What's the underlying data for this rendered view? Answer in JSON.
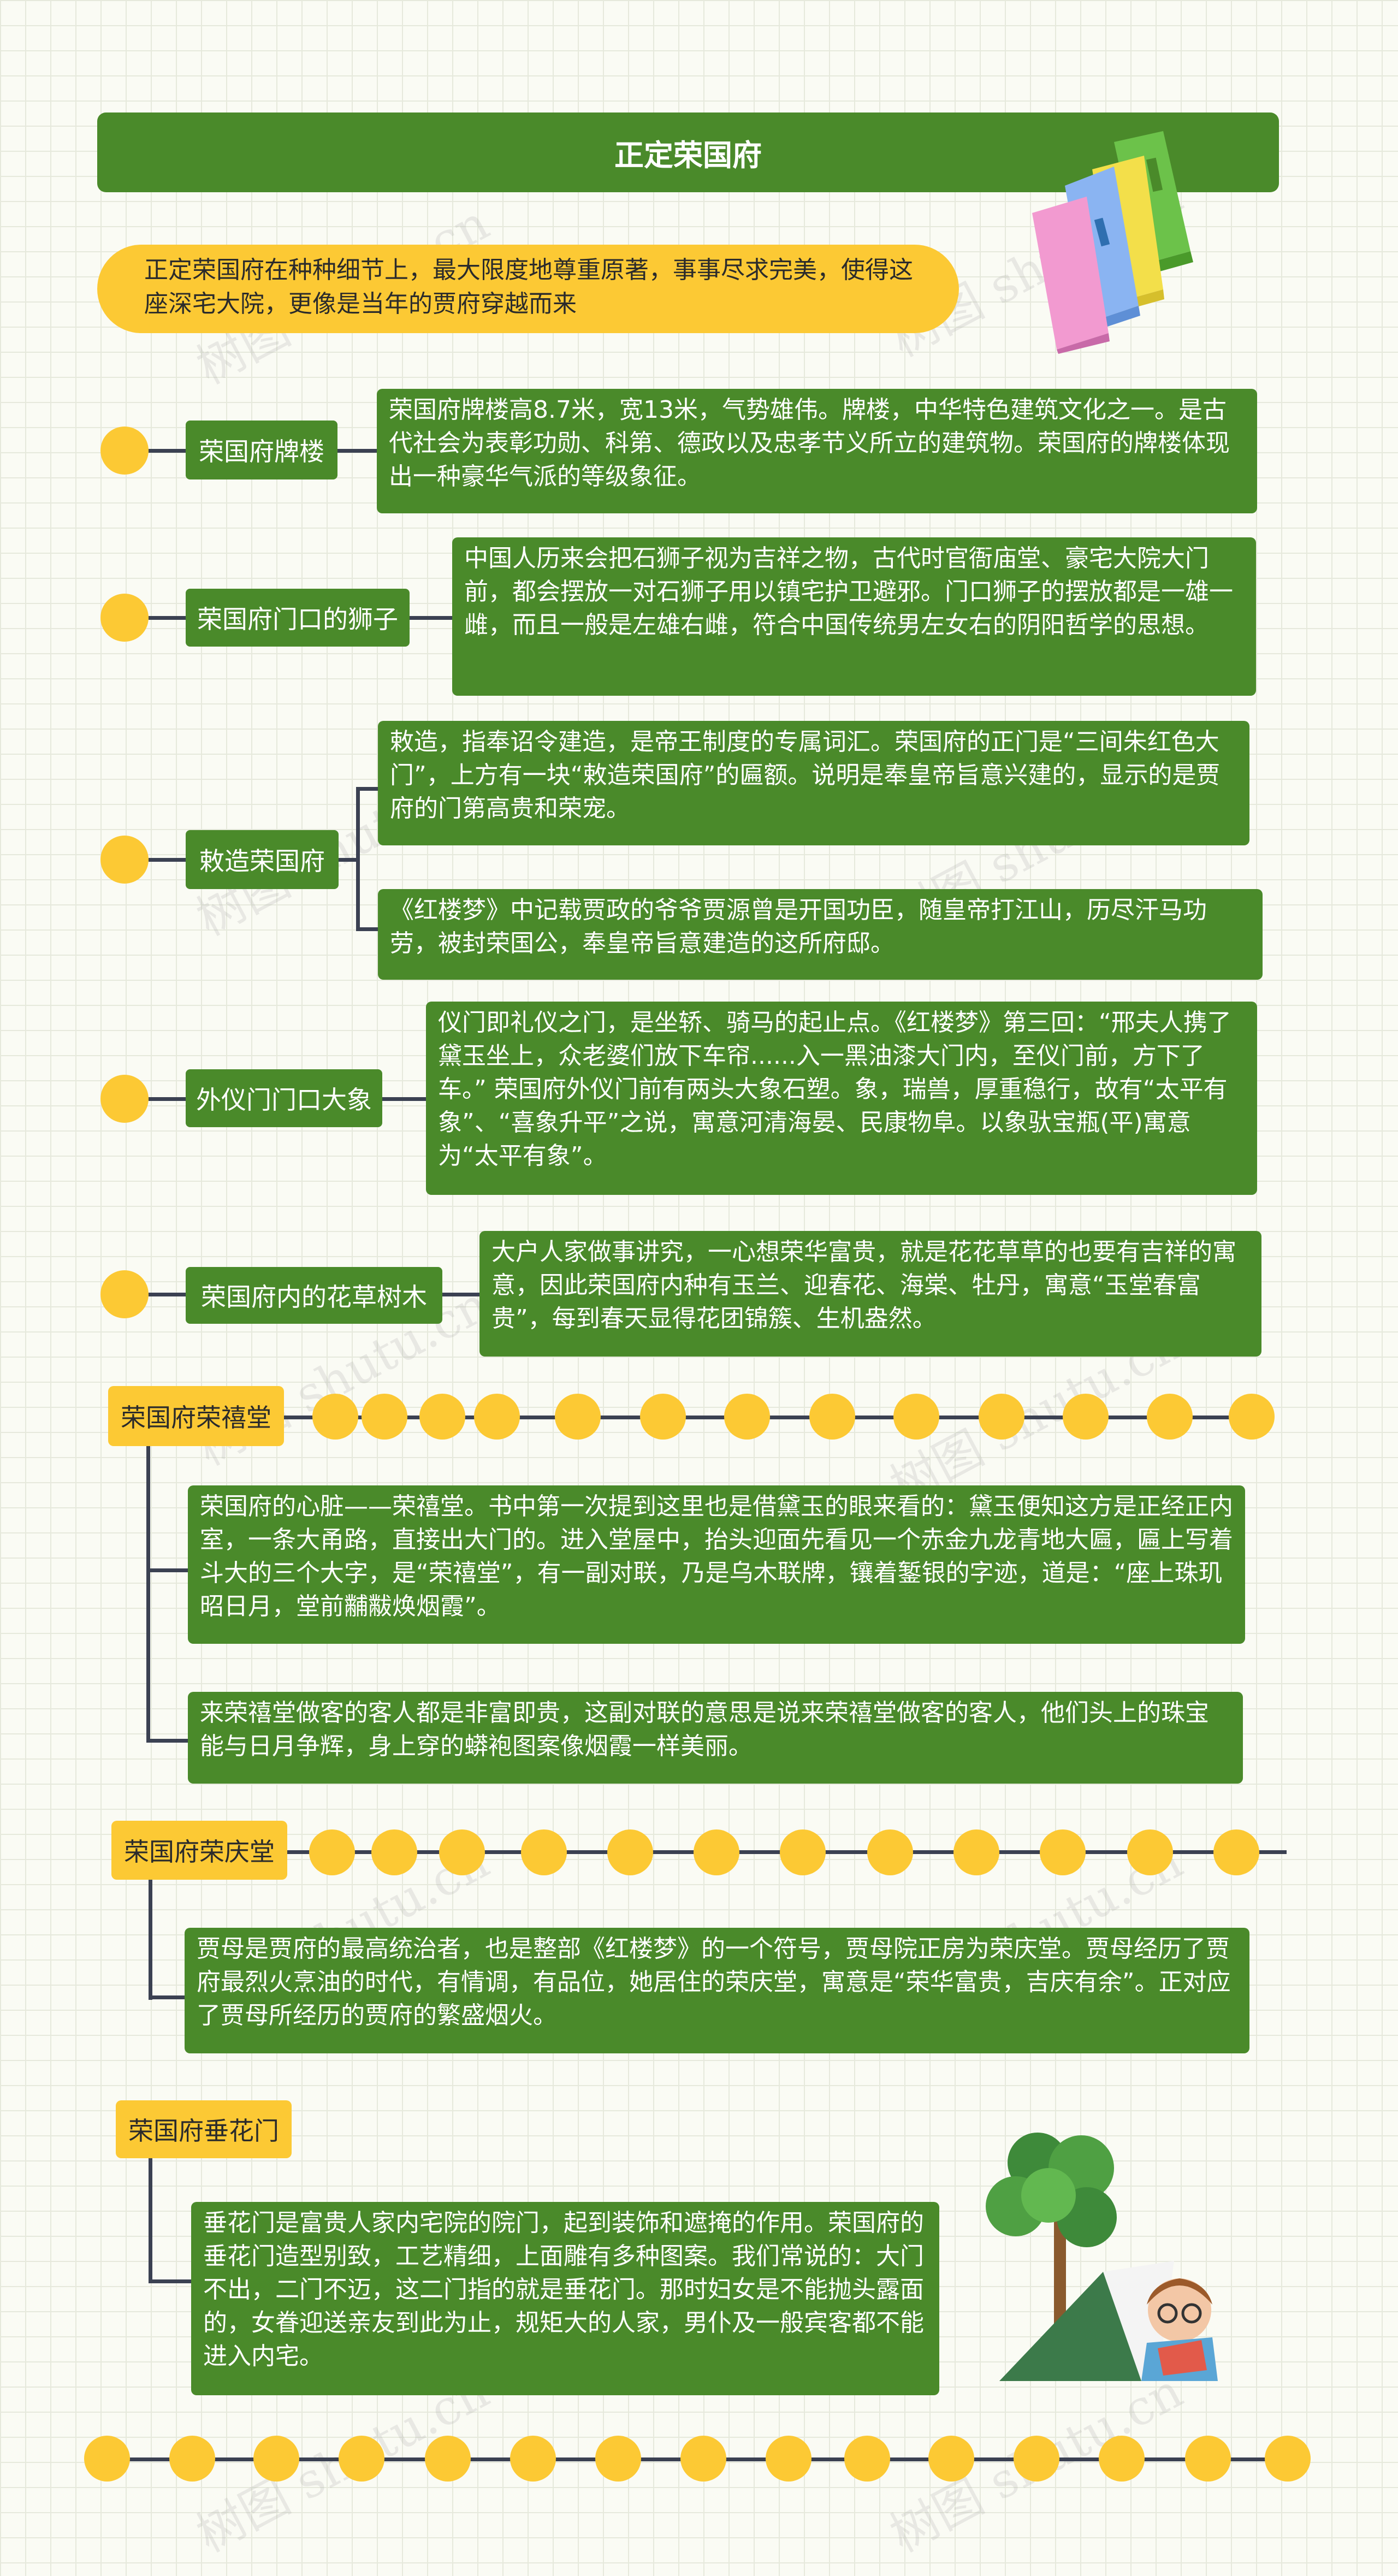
{
  "title": "正定荣国府",
  "intro": "正定荣国府在种种细节上，最大限度地尊重原著，事事尽求完美，使得这座深宅大院，更像是当年的贾府穿越而来",
  "watermark": "树图 shutu.cn",
  "colors": {
    "green": "#4a8a2a",
    "yellow": "#fcc934",
    "line": "#3b4152"
  },
  "topics": [
    {
      "label": "荣国府牌楼",
      "boxes": [
        "荣国府牌楼高8.7米，宽13米，气势雄伟。牌楼，中华特色建筑文化之一。是古代社会为表彰功勋、科第、德政以及忠孝节义所立的建筑物。荣国府的牌楼体现出一种豪华气派的等级象征。"
      ]
    },
    {
      "label": "荣国府门口的狮子",
      "boxes": [
        "中国人历来会把石狮子视为吉祥之物，古代时官衙庙堂、豪宅大院大门前，都会摆放一对石狮子用以镇宅护卫避邪。门口狮子的摆放都是一雄一雌，而且一般是左雄右雌，符合中国传统男左女右的阴阳哲学的思想。"
      ]
    },
    {
      "label": "敕造荣国府",
      "boxes": [
        "敕造，指奉诏令建造，是帝王制度的专属词汇。荣国府的正门是“三间朱红色大门”，上方有一块“敕造荣国府”的匾额。说明是奉皇帝旨意兴建的，显示的是贾府的门第高贵和荣宠。",
        "《红楼梦》中记载贾政的爷爷贾源曾是开国功臣，随皇帝打江山，历尽汗马功劳，被封荣国公，奉皇帝旨意建造的这所府邸。"
      ]
    },
    {
      "label": "外仪门门口大象",
      "boxes": [
        "仪门即礼仪之门，是坐轿、骑马的起止点。《红楼梦》第三回：“邢夫人携了黛玉坐上，众老婆们放下车帘......入一黑油漆大门内，至仪门前，方下了车。” 荣国府外仪门前有两头大象石塑。象，瑞兽，厚重稳行，故有“太平有象”、“喜象升平”之说，寓意河清海晏、民康物阜。以象驮宝瓶(平)寓意为“太平有象”。"
      ]
    },
    {
      "label": "荣国府内的花草树木",
      "boxes": [
        "大户人家做事讲究，一心想荣华富贵，就是花花草草的也要有吉祥的寓意，因此荣国府内种有玉兰、迎春花、海棠、牡丹，寓意“玉堂春富贵”，每到春天显得花团锦簇、生机盎然。"
      ]
    }
  ],
  "sections": [
    {
      "label": "荣国府荣禧堂",
      "boxes": [
        "荣国府的心脏——荣禧堂。书中第一次提到这里也是借黛玉的眼来看的：黛玉便知这方是正经正内室，一条大甬路，直接出大门的。进入堂屋中，抬头迎面先看见一个赤金九龙青地大匾，匾上写着斗大的三个大字，是“荣禧堂”，有一副对联，乃是乌木联牌，镶着錾银的字迹，道是：“座上珠玑昭日月，堂前黼黻焕烟霞”。",
        "来荣禧堂做客的客人都是非富即贵，这副对联的意思是说来荣禧堂做客的客人，他们头上的珠宝能与日月争辉，身上穿的蟒袍图案像烟霞一样美丽。"
      ]
    },
    {
      "label": "荣国府荣庆堂",
      "boxes": [
        "贾母是贾府的最高统治者，也是整部《红楼梦》的一个符号，贾母院正房为荣庆堂。贾母经历了贾府最烈火烹油的时代，有情调，有品位，她居住的荣庆堂，寓意是“荣华富贵，吉庆有余”。正对应了贾母所经历的贾府的繁盛烟火。"
      ]
    },
    {
      "label": "荣国府垂花门",
      "boxes": [
        "垂花门是富贵人家内宅院的院门，起到装饰和遮掩的作用。荣国府的垂花门造型别致，工艺精细，上面雕有多种图案。我们常说的：大门不出，二门不迈，这二门指的就是垂花门。那时妇女是不能抛头露面的，女眷迎送亲友到此为止，规矩大的人家，男仆及一般宾客都不能进入内宅。"
      ]
    }
  ]
}
